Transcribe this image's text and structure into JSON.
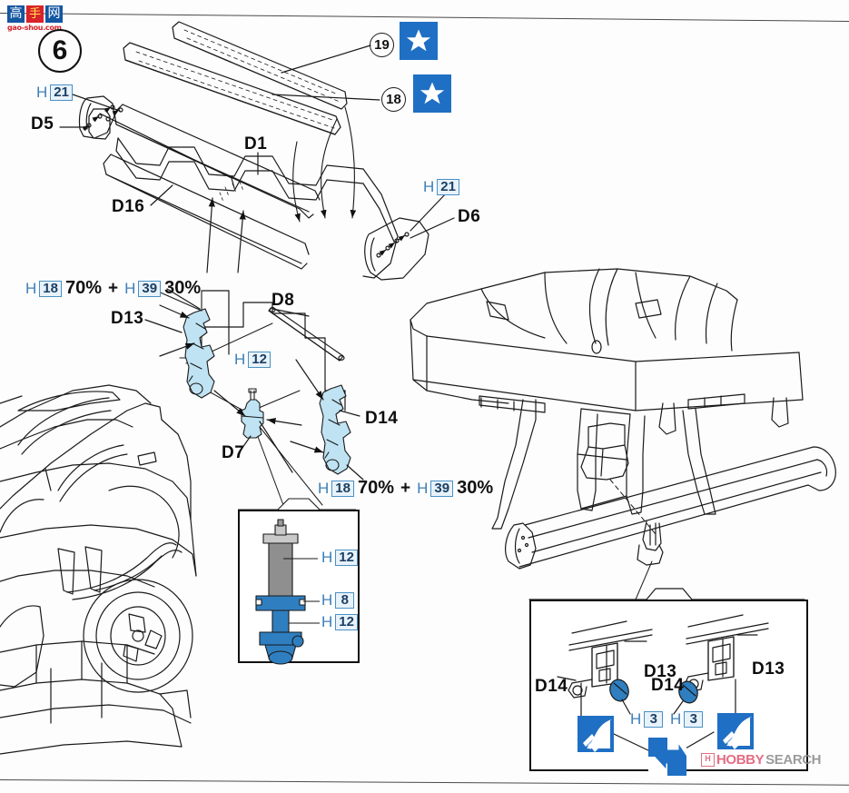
{
  "sheet": {
    "step_number": "6",
    "logo": {
      "char1": "高",
      "char2": "手",
      "char3": "网",
      "url": "gao-shou.com"
    },
    "watermark": {
      "mark": "H",
      "text_primary": "HOBBY",
      "text_secondary": "SEARCH"
    }
  },
  "part_labels": {
    "d5": "D5",
    "d1": "D1",
    "d16": "D16",
    "d6": "D6",
    "d8": "D8",
    "d13_left": "D13",
    "d14_right": "D14",
    "d7": "D7"
  },
  "circled_parts": [
    {
      "id": "19",
      "label": "19"
    },
    {
      "id": "18",
      "label": "18"
    }
  ],
  "star_markers": [
    {
      "id": "star-19",
      "glyph": "★"
    },
    {
      "id": "star-18",
      "glyph": "★"
    }
  ],
  "paint_codes": {
    "h21_left": {
      "prefix": "H",
      "number": "21"
    },
    "h21_right": {
      "prefix": "H",
      "number": "21"
    },
    "h12_center": {
      "prefix": "H",
      "number": "12"
    },
    "h12_detail_top": {
      "prefix": "H",
      "number": "12"
    },
    "h8_detail_mid": {
      "prefix": "H",
      "number": "8"
    },
    "h12_detail_bottom": {
      "prefix": "H",
      "number": "12"
    },
    "h3_left": {
      "prefix": "H",
      "number": "3"
    },
    "h3_right": {
      "prefix": "H",
      "number": "3"
    }
  },
  "paint_mixes": [
    {
      "id": "mix-top",
      "a_prefix": "H",
      "a_number": "18",
      "a_percent": "70%",
      "plus": "+",
      "b_prefix": "H",
      "b_number": "39",
      "b_percent": "30%"
    },
    {
      "id": "mix-bottom",
      "a_prefix": "H",
      "a_number": "18",
      "a_percent": "70%",
      "plus": "+",
      "b_prefix": "H",
      "b_number": "39",
      "b_percent": "30%"
    }
  ],
  "detail_inset": {
    "id": "shock-absorber-detail",
    "codes": [
      {
        "prefix": "H",
        "number": "12"
      },
      {
        "prefix": "H",
        "number": "8"
      },
      {
        "prefix": "H",
        "number": "12"
      }
    ]
  },
  "mount_inset": {
    "id": "wing-mount-detail",
    "labels": {
      "d14_left": "D14",
      "d13_left": "D13",
      "d14_right": "D14",
      "d13_right": "D13"
    },
    "codes": [
      {
        "prefix": "H",
        "number": "3"
      },
      {
        "prefix": "H",
        "number": "3"
      }
    ],
    "icons": [
      {
        "name": "drill-hole-icon-left"
      },
      {
        "name": "open-up-arrows-icon"
      },
      {
        "name": "drill-hole-icon-right"
      }
    ]
  },
  "colors": {
    "line": "#1a1a1a",
    "part_blue": "#2f7fc0",
    "part_blue_light": "#bfe3f2",
    "icon_blue": "#1f6fc4",
    "code_blue": "#3d7fb8",
    "code_box_border": "#4a90c4",
    "watermark_pink": "#e0536e",
    "watermark_gray": "#8a8a8a",
    "logo_blue": "#1456a0",
    "logo_red": "#d8232a"
  }
}
